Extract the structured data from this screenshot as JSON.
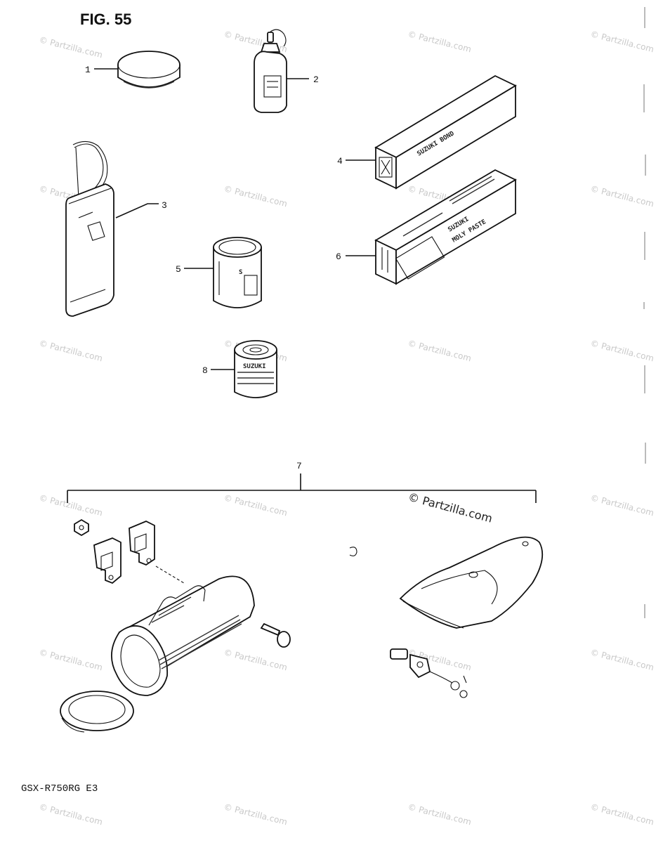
{
  "figure": {
    "title": "FIG. 55",
    "model_code": "GSX-R750RG  E3"
  },
  "callouts": [
    {
      "id": "1",
      "label": "1"
    },
    {
      "id": "2",
      "label": "2"
    },
    {
      "id": "3",
      "label": "3"
    },
    {
      "id": "4",
      "label": "4"
    },
    {
      "id": "5",
      "label": "5"
    },
    {
      "id": "6",
      "label": "6"
    },
    {
      "id": "7",
      "label": "7"
    },
    {
      "id": "8",
      "label": "8"
    }
  ],
  "package_labels": {
    "part4_brand": "SUZUKI BOND",
    "part6_brand": "SUZUKI",
    "part6_product": "MOLY PASTE",
    "part8_brand": "SUZUKI"
  },
  "watermark": {
    "main": "© Partzilla.com",
    "repeat": "© Partzilla.com"
  },
  "icons": {
    "part1": "grease-tin-icon",
    "part2": "oil-bottle-icon",
    "part3": "fuel-can-icon",
    "part4": "bond-tube-box-icon",
    "part5": "paint-can-icon",
    "part6": "paste-tube-box-icon",
    "part7_case": "tool-case-icon",
    "part7_cover": "cover-pouch-icon",
    "part7_cable": "lock-cable-icon",
    "part8": "small-tin-icon"
  }
}
